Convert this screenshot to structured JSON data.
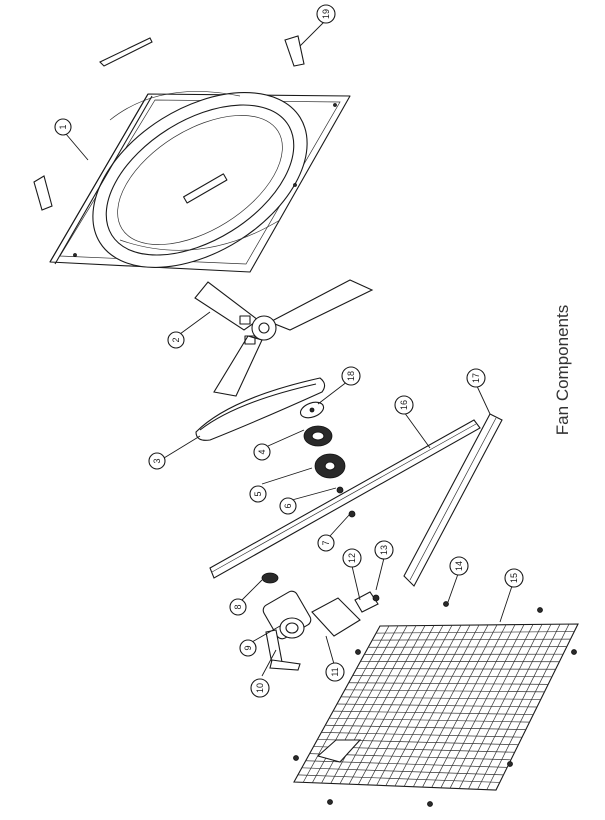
{
  "title": "Fan Components",
  "callouts": [
    "1",
    "2",
    "3",
    "4",
    "5",
    "6",
    "7",
    "8",
    "9",
    "10",
    "11",
    "12",
    "13",
    "14",
    "15",
    "16",
    "17",
    "18",
    "19"
  ]
}
